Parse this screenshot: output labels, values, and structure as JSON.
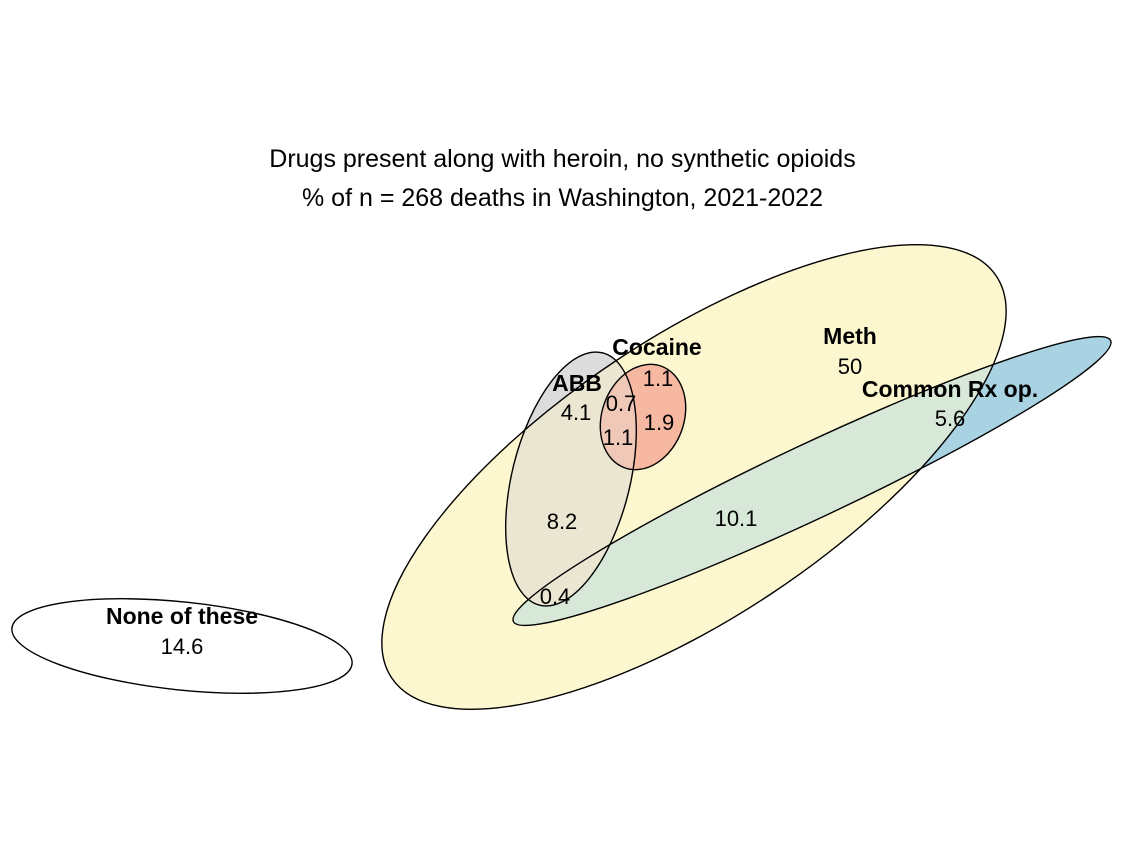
{
  "figure": {
    "title_line1": "Drugs present along with heroin, no synthetic opioids",
    "title_line2": "% of n = 268 deaths in Washington, 2021-2022"
  },
  "colors": {
    "meth_fill": "#fdf7cf",
    "common_rx_fill": "#a9d3e3",
    "abb_fill": "#dcdcdc",
    "cocaine_fill": "#ef6a64",
    "none_fill": "#ffffff",
    "outline": "#000000"
  },
  "sets": {
    "meth": "Meth",
    "common_rx": "Common Rx op.",
    "abb": "ABB",
    "cocaine": "Cocaine",
    "none": "None of these"
  },
  "regions": {
    "meth_only": "50",
    "common_rx_only": "5.6",
    "meth_common_rx": "10.1",
    "abb_only": "4.1",
    "abb_meth": "8.2",
    "abb_cocaine": "0.7",
    "cocaine_only": "1.1",
    "cocaine_meth": "1.9",
    "abb_cocaine_meth": "1.1",
    "abb_meth_common_rx": "0.4",
    "none": "14.6"
  },
  "chart_data": {
    "type": "euler",
    "title": "Drugs present along with heroin, no synthetic opioids",
    "subtitle": "% of n = 268 deaths in Washington, 2021-2022",
    "sets": [
      "Meth",
      "Common Rx op.",
      "ABB",
      "Cocaine",
      "None of these"
    ],
    "regions": [
      {
        "sets": [
          "Meth"
        ],
        "value": 50
      },
      {
        "sets": [
          "Common Rx op."
        ],
        "value": 5.6
      },
      {
        "sets": [
          "Meth",
          "Common Rx op."
        ],
        "value": 10.1
      },
      {
        "sets": [
          "ABB"
        ],
        "value": 4.1
      },
      {
        "sets": [
          "ABB",
          "Meth"
        ],
        "value": 8.2
      },
      {
        "sets": [
          "ABB",
          "Cocaine"
        ],
        "value": 0.7
      },
      {
        "sets": [
          "Cocaine"
        ],
        "value": 1.1
      },
      {
        "sets": [
          "Cocaine",
          "Meth"
        ],
        "value": 1.9
      },
      {
        "sets": [
          "ABB",
          "Cocaine",
          "Meth"
        ],
        "value": 1.1
      },
      {
        "sets": [
          "ABB",
          "Meth",
          "Common Rx op."
        ],
        "value": 0.4
      },
      {
        "sets": [
          "None of these"
        ],
        "value": 14.6
      }
    ]
  }
}
